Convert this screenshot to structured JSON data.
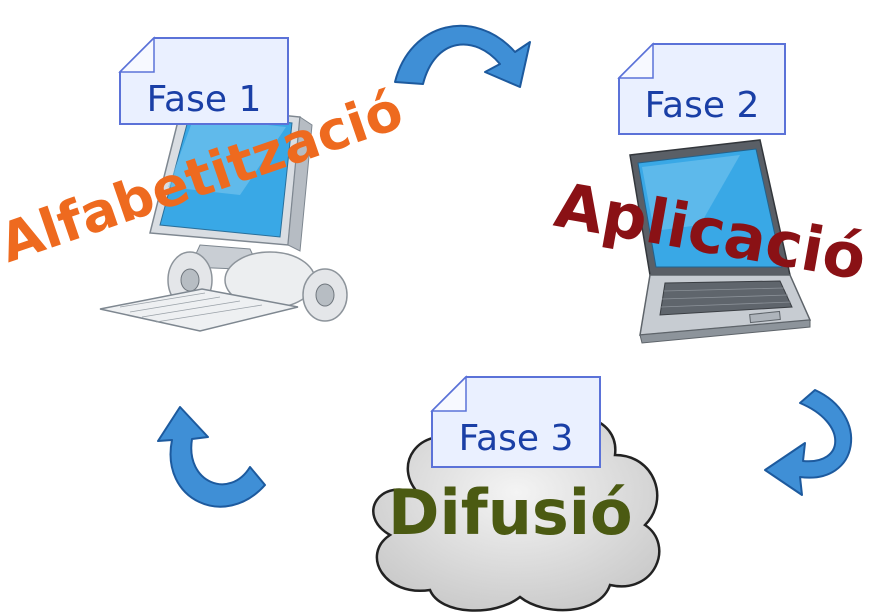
{
  "phases": [
    {
      "fase_label": "Fase 1",
      "name": "Alfabetització",
      "color": "#ee6a1f",
      "device": "desktop-computer"
    },
    {
      "fase_label": "Fase 2",
      "name": "Aplicació",
      "color": "#8a1115",
      "device": "laptop-computer"
    },
    {
      "fase_label": "Fase 3",
      "name": "Difusió",
      "color": "#4b5a12",
      "device": "cloud"
    }
  ],
  "styles": {
    "card_fill": "#eaf0ff",
    "card_border": "#5b72d8",
    "card_text_color": "#1a3fa6",
    "arrow_fill": "#3f8fd6",
    "arrow_edge": "#1d5a9e",
    "screen_fill": "#39a8e6",
    "cloud_fill": "#e2e2e2"
  },
  "arrows": [
    "top",
    "right",
    "left"
  ]
}
